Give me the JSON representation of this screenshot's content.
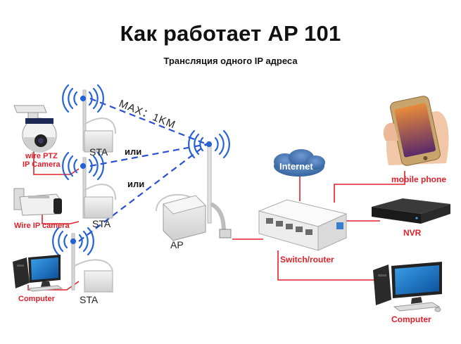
{
  "title": "Как работает AP 101",
  "subtitle": "Трансляция одного IP адреса",
  "range_label": "MAX：1KM",
  "or_label_1": "или",
  "or_label_2": "или",
  "labels": {
    "ptz_camera_line1": "wire PTZ",
    "ptz_camera_line2": "IP Camera",
    "ip_camera": "Wire IP camera",
    "computer_left": "Computer",
    "sta_1": "STA",
    "sta_2": "STA",
    "sta_3": "STA",
    "ap": "AP",
    "internet": "Internet",
    "switch_router": "Switch/router",
    "mobile_phone": "mobile phone",
    "nvr": "NVR",
    "computer_right": "Computer"
  },
  "colors": {
    "link_blue": "#2a4fd0",
    "cable_red": "#e0202a",
    "label_red": "#e0202a",
    "internet_blue": "#3a6fb0"
  },
  "icons": [
    "wifi-signal-icon",
    "ptz-camera-icon",
    "bullet-camera-icon",
    "desktop-computer-icon",
    "smartphone-icon",
    "nvr-recorder-icon",
    "network-switch-icon",
    "cloud-icon"
  ]
}
